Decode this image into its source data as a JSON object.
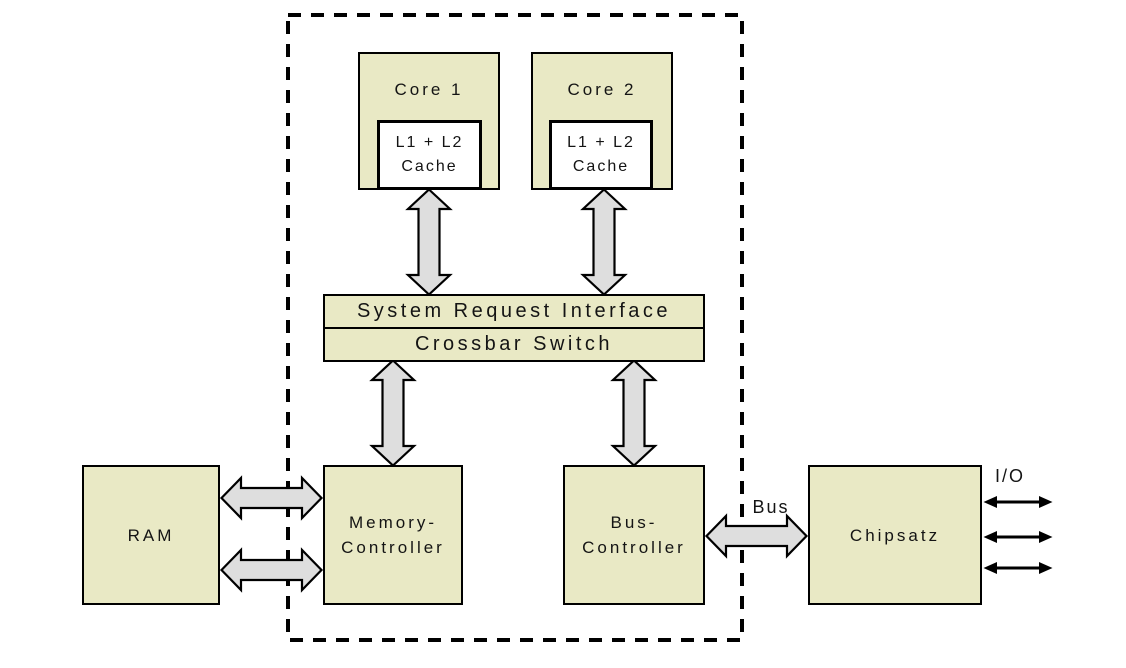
{
  "colors": {
    "box_fill": "#e9e9c5",
    "arrow_fill": "#dedede",
    "outline": "#000000",
    "background": "#ffffff"
  },
  "cpu": {
    "core1": {
      "title": "Core 1",
      "cache_lines": [
        "L1 + L2",
        "Cache"
      ]
    },
    "core2": {
      "title": "Core 2",
      "cache_lines": [
        "L1 + L2",
        "Cache"
      ]
    },
    "sri_label": "System Request Interface",
    "crossbar_label": "Crossbar Switch",
    "memory_controller_lines": [
      "Memory-",
      "Controller"
    ],
    "bus_controller_lines": [
      "Bus-",
      "Controller"
    ]
  },
  "external": {
    "ram_label": "RAM",
    "chipset_label": "Chipsatz",
    "bus_label": "Bus",
    "io_label": "I/O"
  }
}
